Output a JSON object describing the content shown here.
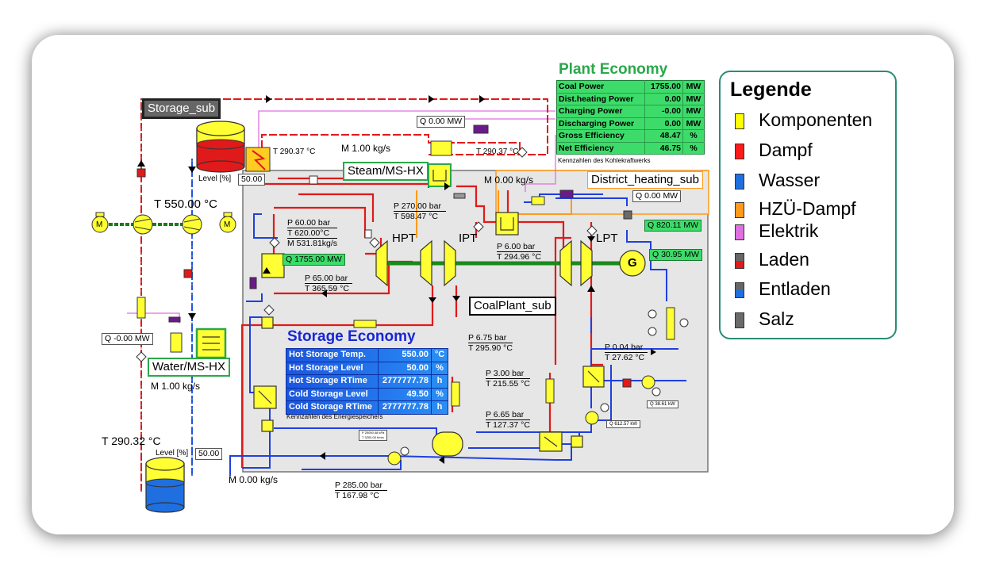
{
  "subsystems": {
    "storage_sub": "Storage_sub",
    "coalplant_sub": "CoalPlant_sub",
    "district_heating_sub": "District_heating_sub",
    "steam_ms_hx": "Steam/MS-HX",
    "water_ms_hx": "Water/MS-HX"
  },
  "plant_economy": {
    "title": "Plant Economy",
    "rows": [
      {
        "label": "Coal Power",
        "value": "1755.00",
        "unit": "MW"
      },
      {
        "label": "Dist.heating Power",
        "value": "0.00",
        "unit": "MW"
      },
      {
        "label": "Charging Power",
        "value": "-0.00",
        "unit": "MW"
      },
      {
        "label": "Discharging Power",
        "value": "0.00",
        "unit": "MW"
      },
      {
        "label": "Gross Efficiency",
        "value": "48.47",
        "unit": "%"
      },
      {
        "label": "Net Efficiency",
        "value": "46.75",
        "unit": "%"
      }
    ],
    "caption": "Kennzahlen des Kohlekraftwerks"
  },
  "storage_economy": {
    "title": "Storage Economy",
    "rows": [
      {
        "label": "Hot Storage Temp.",
        "value": "550.00",
        "unit": "°C"
      },
      {
        "label": "Hot Storage Level",
        "value": "50.00",
        "unit": "%"
      },
      {
        "label": "Hot Storage RTime",
        "value": "2777777.78",
        "unit": "h"
      },
      {
        "label": "Cold Storage Level",
        "value": "49.50",
        "unit": "%"
      },
      {
        "label": "Cold Storage RTime",
        "value": "2777777.78",
        "unit": "h"
      }
    ],
    "caption": "Kennzahlen des Energiespeichers"
  },
  "legend": {
    "title": "Legende",
    "items": [
      {
        "label": "Komponenten",
        "color": "#ffff00"
      },
      {
        "label": "Dampf",
        "color": "#ff1a1a"
      },
      {
        "label": "Wasser",
        "color": "#1f6fe0"
      },
      {
        "label": "HZÜ-Dampf",
        "color": "#ff9a1a"
      },
      {
        "label": "Elektrik",
        "color": "#e070e0"
      },
      {
        "label": "Laden",
        "color": "#e01a1a",
        "color_top": "#666666"
      },
      {
        "label": "Entladen",
        "color": "#1f6fe0",
        "color_top": "#666666"
      },
      {
        "label": "Salz",
        "color": "#6a6a6a"
      }
    ]
  },
  "storage": {
    "hot_level_label": "Level [%]",
    "hot_level_value": "50.00",
    "cold_level_label": "Level [%]",
    "cold_level_value": "50.00",
    "hot_temp": "T  550.00  °C",
    "cold_temp": "T  290.32  °C",
    "heater_temp": "T  290.37  °C",
    "flow_top": "M  1.00  kg/s",
    "flow_water_hx": "M  1.00  kg/s",
    "flow_bottom": "M  0.00  kg/s",
    "q_water_hx": "Q  -0.00  MW",
    "motor_1": "M",
    "motor_2": "M"
  },
  "plant": {
    "q_top": "Q  0.00  MW",
    "t_right": "T  290.37  °C",
    "m_steam": "M  0.00  kg/s",
    "q_district": "Q  0.00  MW",
    "q_boiler": "Q  1755.00  MW",
    "q_condenser": "Q  820.11  MW",
    "q_generator": "Q  30.95  MW",
    "generator": "G",
    "hpt": "HPT",
    "ipt": "IPT",
    "lpt": "LPT",
    "boiler_p": "P    60.00 bar",
    "boiler_t": "T   620.00°C",
    "boiler_m": "M  531.81kg/s",
    "hp_p": "P  270.00  bar",
    "hp_t": "T  598.47  °C",
    "rh_p": "P    65.00  bar",
    "rh_t": "T  365.59  °C",
    "ipt_p": "P      6.00  bar",
    "ipt_t": "T  294.96  °C",
    "mid_p": "P      6.75  bar",
    "mid_t": "T  295.90  °C",
    "lpt_p": "P     0.04  bar",
    "lpt_t": "T    27.62  °C",
    "pre1_p": "P      3.00  bar",
    "pre1_t": "T  215.55  °C",
    "pre2_p": "P      6.65  bar",
    "pre2_t": "T  127.37  °C",
    "feed_p": "P  285.00  bar",
    "feed_t": "T  167.98  °C",
    "pump1_q": "Q  38.61  kW",
    "pump2_q": "Q  612.57  kW",
    "mini_1": "P  25050.48  kPa",
    "mini_2": "T  3200.00  t/min"
  }
}
